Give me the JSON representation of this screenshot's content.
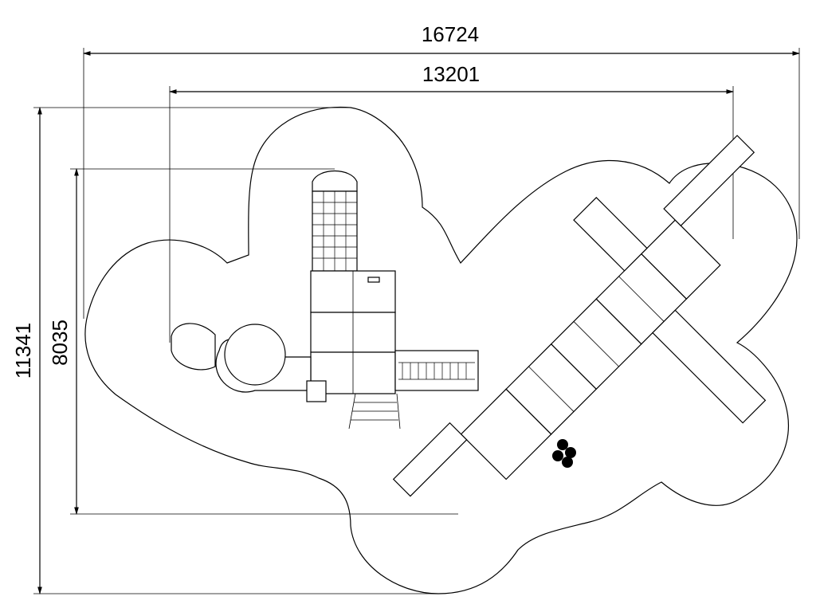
{
  "dimensions": {
    "overall_width": "16724",
    "inner_width": "13201",
    "overall_height": "11341",
    "inner_height": "8035"
  }
}
